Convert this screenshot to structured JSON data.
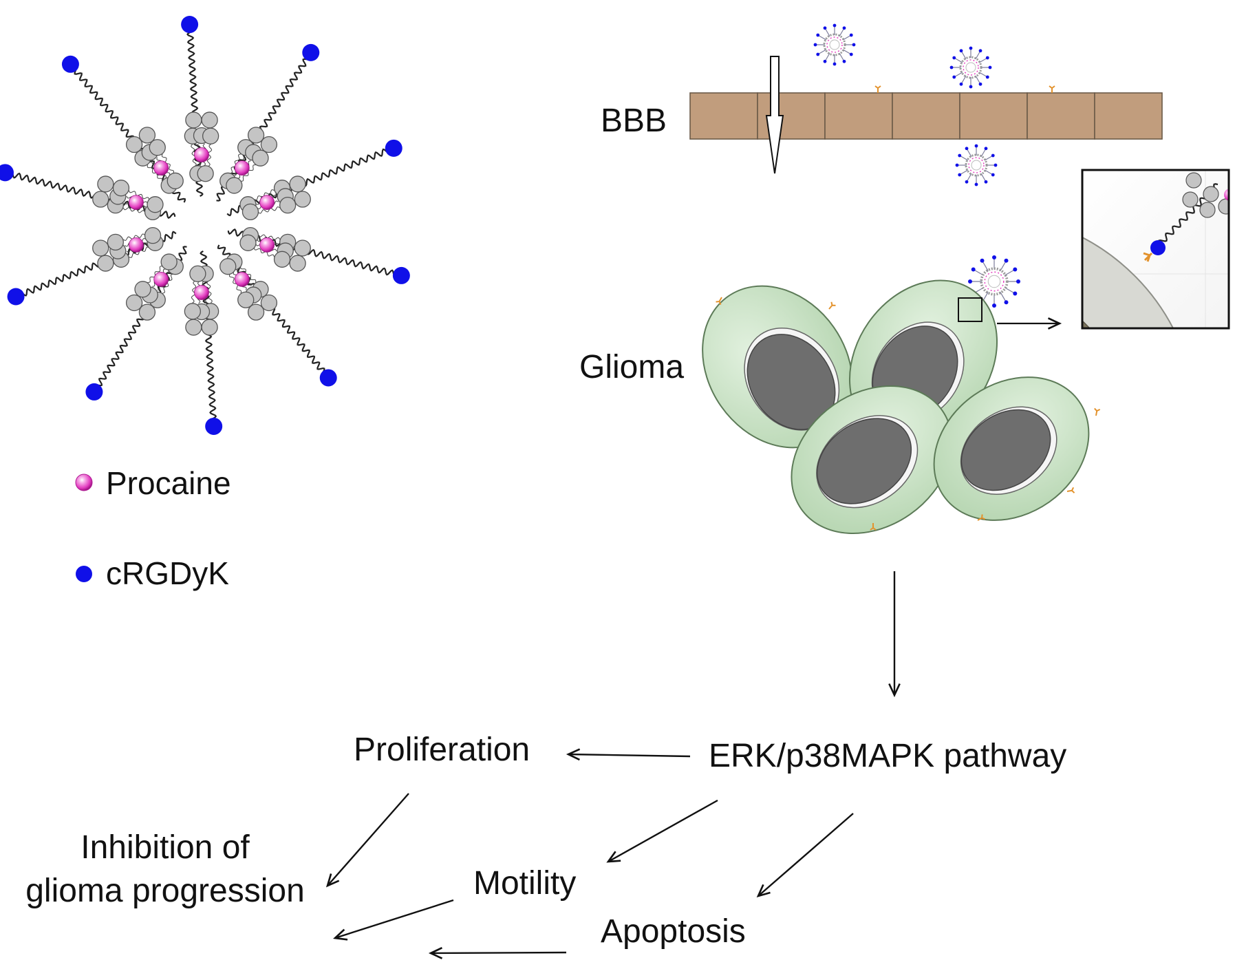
{
  "labels": {
    "bbb": "BBB",
    "glioma": "Glioma",
    "procaine": "Procaine",
    "crgdyk": "cRGDyK",
    "pathway": "ERK/p38MAPK pathway",
    "proliferation": "Proliferation",
    "motility": "Motility",
    "apoptosis": "Apoptosis",
    "inhibition_line1": "Inhibition of",
    "inhibition_line2": "glioma progression"
  },
  "colors": {
    "lipid_head": "#c4c4c4",
    "procaine": "#e23bbf",
    "crgdyk": "#1010e8",
    "bbb_block": "#c19d7d",
    "cell_body": "#c9e3c6",
    "nucleus": "#6e6e6e",
    "receptor": "#e3922c"
  },
  "icons": {
    "procaine_marker": "procaine-sphere-icon",
    "crgdyk_marker": "crgdyk-dot-icon"
  }
}
